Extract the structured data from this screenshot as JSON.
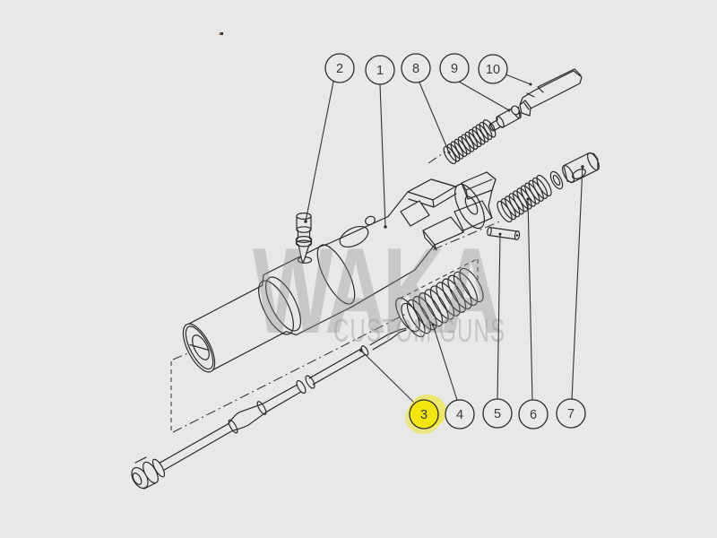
{
  "watermark": {
    "title": "WAKA",
    "subtitle": "CUSTOM GUNS"
  },
  "callouts": [
    {
      "label": "1",
      "highlighted": false
    },
    {
      "label": "2",
      "highlighted": false
    },
    {
      "label": "3",
      "highlighted": true
    },
    {
      "label": "4",
      "highlighted": false
    },
    {
      "label": "5",
      "highlighted": false
    },
    {
      "label": "6",
      "highlighted": false
    },
    {
      "label": "7",
      "highlighted": false
    },
    {
      "label": "8",
      "highlighted": false
    },
    {
      "label": "9",
      "highlighted": false
    },
    {
      "label": "10",
      "highlighted": false
    }
  ],
  "colors": {
    "background": "#e8e8e8",
    "line": "#2a2a2a",
    "highlight": "#f2e60e",
    "watermark": "#d2d2d2",
    "callout_text": "#3a3a3a"
  }
}
